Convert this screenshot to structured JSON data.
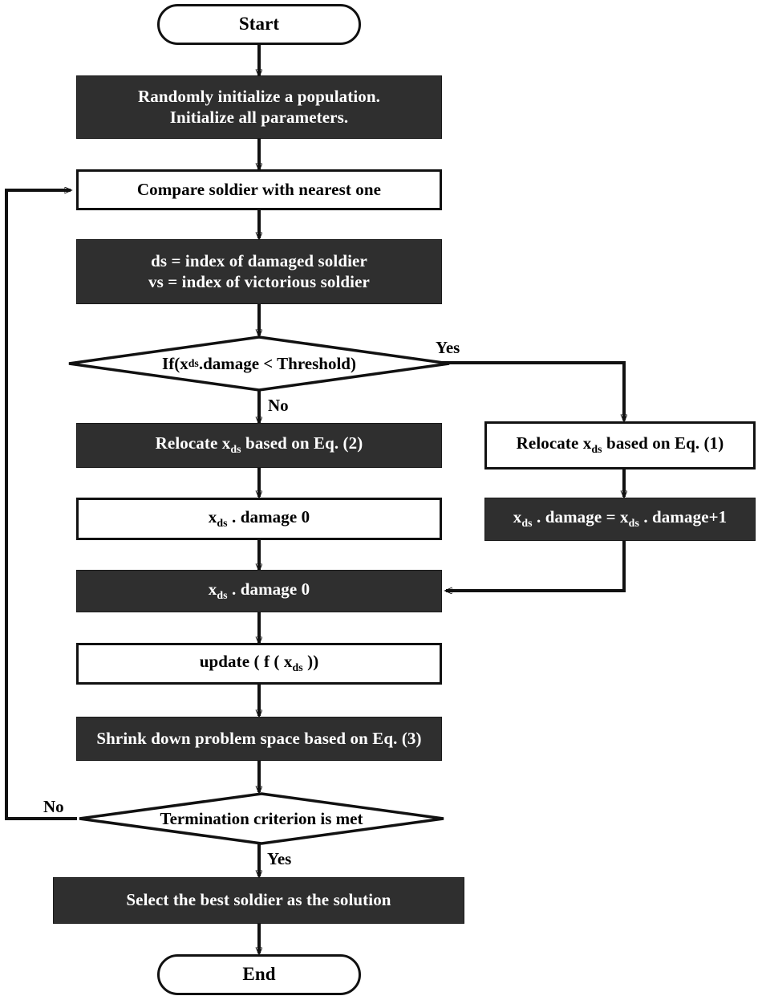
{
  "diagram": {
    "title": "ICA / Soldier-based metaheuristic flowchart",
    "colors": {
      "dark_fill": "#2f2f2f",
      "dark_text": "#ffffff",
      "light_fill": "#ffffff",
      "stroke": "#111111"
    },
    "nodes": {
      "start": {
        "label": "Start",
        "shape": "terminator",
        "style": "light"
      },
      "init": {
        "label": "Randomly initialize a population.\nInitialize all parameters.",
        "shape": "process",
        "style": "dark"
      },
      "compare": {
        "label": "Compare  soldier with nearest one",
        "shape": "process",
        "style": "light"
      },
      "indices": {
        "label": "ds = index of damaged soldier\nvs = index of victorious soldier",
        "shape": "process",
        "style": "dark"
      },
      "decision_threshold": {
        "label_pre": "If(x",
        "label_sub": "ds",
        "label_post": ".damage < Threshold)",
        "shape": "decision",
        "style": "light"
      },
      "relocate_eq2": {
        "label_pre": "Relocate x",
        "label_sub": "ds",
        "label_post": " based on Eq. (2)",
        "shape": "process",
        "style": "dark"
      },
      "damage_zero_white": {
        "label_pre": "x",
        "label_sub": "ds",
        "label_post": " . damage 0",
        "shape": "process",
        "style": "light"
      },
      "damage_zero_dark": {
        "label_pre": "x",
        "label_sub": "ds",
        "label_post": " . damage 0",
        "shape": "process",
        "style": "dark"
      },
      "update_f": {
        "label_pre": "update ( f ( x",
        "label_sub": "ds",
        "label_post": " ))",
        "shape": "process",
        "style": "light"
      },
      "shrink": {
        "label": "Shrink down problem space based on Eq. (3)",
        "shape": "process",
        "style": "dark"
      },
      "decision_termination": {
        "label": "Termination criterion is met",
        "shape": "decision",
        "style": "light"
      },
      "select_best": {
        "label": "Select the best soldier as the solution",
        "shape": "process",
        "style": "dark"
      },
      "end": {
        "label": "End",
        "shape": "terminator",
        "style": "light"
      },
      "relocate_eq1": {
        "label_pre": "Relocate x",
        "label_sub": "ds",
        "label_post": " based on Eq. (1)",
        "shape": "process",
        "style": "light"
      },
      "damage_increment": {
        "label_pre": "x",
        "label_sub": "ds",
        "label_mid": " . damage = x",
        "label_sub2": "ds",
        "label_post": " . damage+1",
        "shape": "process",
        "style": "dark"
      }
    },
    "edge_labels": {
      "threshold_yes": "Yes",
      "threshold_no": "No",
      "termination_no": "No",
      "termination_yes": "Yes"
    }
  }
}
